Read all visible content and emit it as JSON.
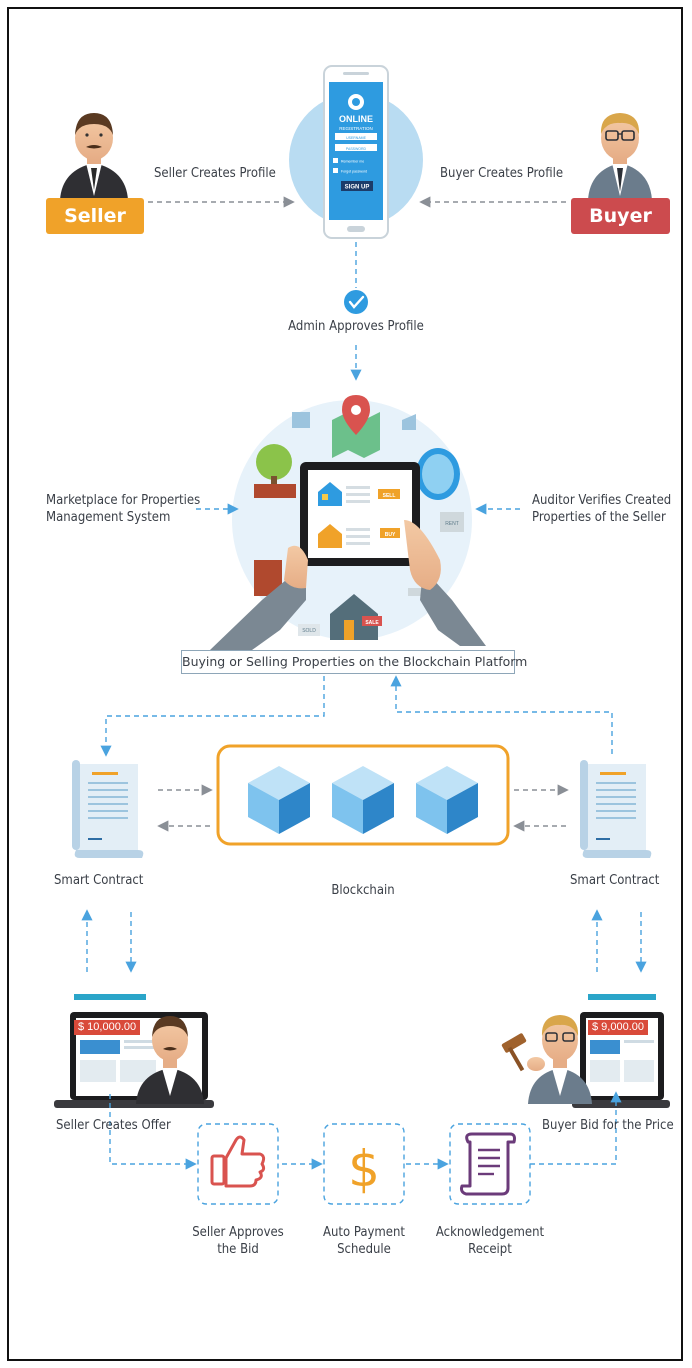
{
  "roles": {
    "seller": "Seller",
    "buyer": "Buyer"
  },
  "steps": {
    "seller_creates_profile": "Seller Creates Profile",
    "buyer_creates_profile": "Buyer Creates Profile",
    "admin_approves_profile": "Admin Approves Profile",
    "marketplace_line1": "Marketplace for Properties",
    "marketplace_line2": "Management System",
    "auditor_line1": "Auditor Verifies Created",
    "auditor_line2": "Properties of the Seller",
    "buying_selling": "Buying or Selling Properties on the Blockchain Platform",
    "smart_contract_left": "Smart Contract",
    "smart_contract_right": "Smart Contract",
    "blockchain": "Blockchain",
    "seller_creates_offer": "Seller Creates Offer",
    "buyer_bid": "Buyer Bid for the Price",
    "seller_approves_line1": "Seller Approves",
    "seller_approves_line2": "the Bid",
    "auto_payment_line1": "Auto Payment",
    "auto_payment_line2": "Schedule",
    "ack_line1": "Acknowledgement",
    "ack_line2": "Receipt"
  },
  "phone": {
    "title": "ONLINE",
    "subtitle": "REGISTRATION",
    "username": "USERNAME",
    "password": "PASSWORD",
    "remember": "Remember me",
    "forgot": "Forgot password",
    "signup": "SIGN UP"
  },
  "tablet": {
    "sell": "SELL",
    "buy": "BUY",
    "sale": "SALE",
    "rent": "RENT",
    "sold": "SOLD"
  },
  "prices": {
    "seller_offer": "$ 10,000.00",
    "buyer_bid": "$ 9,000.00"
  },
  "colors": {
    "seller_badge": "#f0a229",
    "buyer_badge": "#cc4b4e",
    "arrow_blue": "#4aa3df",
    "arrow_grey": "#8a8f96",
    "blockchain_border": "#f0a229",
    "cube_blue": "#5bb0e8"
  }
}
